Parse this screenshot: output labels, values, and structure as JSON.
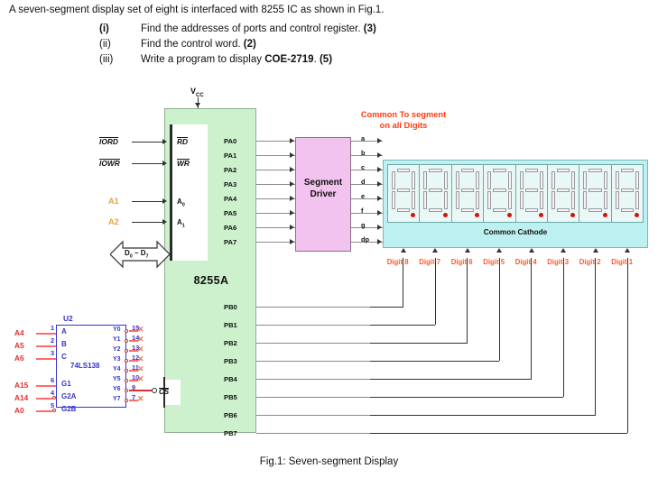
{
  "question": {
    "lead": "A seven-segment display set of eight is interfaced with 8255 IC as shown in Fig.1.",
    "items": [
      {
        "num": "(i)",
        "text": "Find the addresses of ports and control register.",
        "marks": "(3)"
      },
      {
        "num": "(ii)",
        "text": "Find the control word.",
        "marks": "(2)"
      },
      {
        "num": "(iii)",
        "text": "Write a program to display",
        "emph": "COE-2719",
        "tail": ".",
        "marks": "(5)"
      }
    ]
  },
  "figure": {
    "caption": "Fig.1: Seven-segment Display",
    "ic8255": {
      "name": "8255A",
      "vcc_label": "Vcc",
      "control_inputs": [
        {
          "external": "IORD",
          "pin": "RD"
        },
        {
          "external": "IOWR",
          "pin": "WR"
        }
      ],
      "data_bus_label": "D0 – D7",
      "address_inputs": [
        {
          "external": "A1",
          "pin": "A0"
        },
        {
          "external": "A2",
          "pin": "A1"
        }
      ],
      "chip_select": "CS",
      "port_a_pins": [
        "PA0",
        "PA1",
        "PA2",
        "PA3",
        "PA4",
        "PA5",
        "PA6",
        "PA7"
      ],
      "port_b_pins": [
        "PB0",
        "PB1",
        "PB2",
        "PB3",
        "PB4",
        "PB5",
        "PB6",
        "PB7"
      ]
    },
    "segment_driver": {
      "line1": "Segment",
      "line2": "Driver"
    },
    "segment_lines": [
      "a",
      "b",
      "c",
      "d",
      "e",
      "f",
      "g",
      "dp"
    ],
    "common_title_line1": "Common To segment",
    "common_title_line2": "on all Digits",
    "display": {
      "common_label": "Common Cathode",
      "digit_labels": [
        "Digit 8",
        "Digit 7",
        "Digit 6",
        "Digit 5",
        "Digit 4",
        "Digit 3",
        "Digit 2",
        "Digit 1"
      ],
      "segment_letters": [
        "a",
        "b",
        "c",
        "d",
        "e",
        "f",
        "g"
      ]
    },
    "decoder": {
      "ref": "U2",
      "name": "74LS138",
      "inputs": [
        {
          "signal": "A4",
          "pin": "1",
          "label": "A",
          "bubble": false
        },
        {
          "signal": "A5",
          "pin": "2",
          "label": "B",
          "bubble": false
        },
        {
          "signal": "A6",
          "pin": "3",
          "label": "C",
          "bubble": false
        },
        {
          "signal": "A15",
          "pin": "6",
          "label": "G1",
          "bubble": false
        },
        {
          "signal": "A14",
          "pin": "4",
          "label": "G2A",
          "bubble": true
        },
        {
          "signal": "A0",
          "pin": "5",
          "label": "G2B",
          "bubble": true
        }
      ],
      "outputs": [
        {
          "label": "Y0",
          "pin": "15",
          "connected": false
        },
        {
          "label": "Y1",
          "pin": "14",
          "connected": false
        },
        {
          "label": "Y2",
          "pin": "13",
          "connected": false
        },
        {
          "label": "Y3",
          "pin": "12",
          "connected": false
        },
        {
          "label": "Y4",
          "pin": "11",
          "connected": false
        },
        {
          "label": "Y5",
          "pin": "10",
          "connected": false
        },
        {
          "label": "Y6",
          "pin": "9",
          "connected": true
        },
        {
          "label": "Y7",
          "pin": "7",
          "connected": false
        }
      ]
    }
  },
  "colors": {
    "ic_fill": "#cdf0cd",
    "driver_fill": "#f2c3ee",
    "display_fill": "#bdf0f0",
    "decoder_outline": "#3434cf",
    "address_red": "#e03030",
    "digit_orange": "#ff5a2b",
    "title_red": "#ff3b12",
    "dp_red": "#d31212"
  }
}
